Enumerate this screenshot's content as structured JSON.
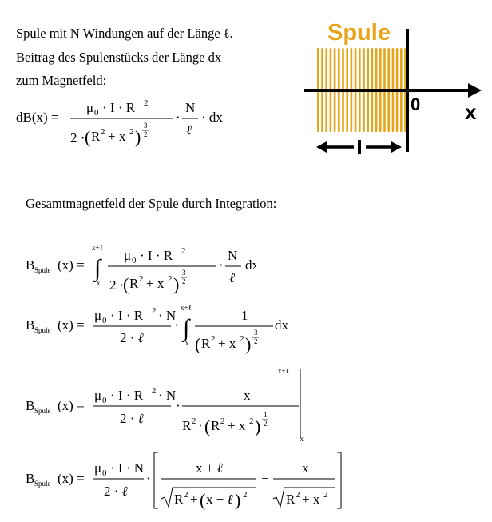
{
  "intro": {
    "line1": "Spule mit N Windungen auf der Länge ℓ.",
    "line2": "Beitrag des Spulenstücks der Länge dx",
    "line3": "zum Magnetfeld:"
  },
  "diagram": {
    "title": "Spule",
    "origin_label": "0",
    "axis_label": "x",
    "coil_color": "#E8A317",
    "axis_color": "#000000"
  },
  "section_title": "Gesamtmagnetfeld der Spule durch Integration:"
}
